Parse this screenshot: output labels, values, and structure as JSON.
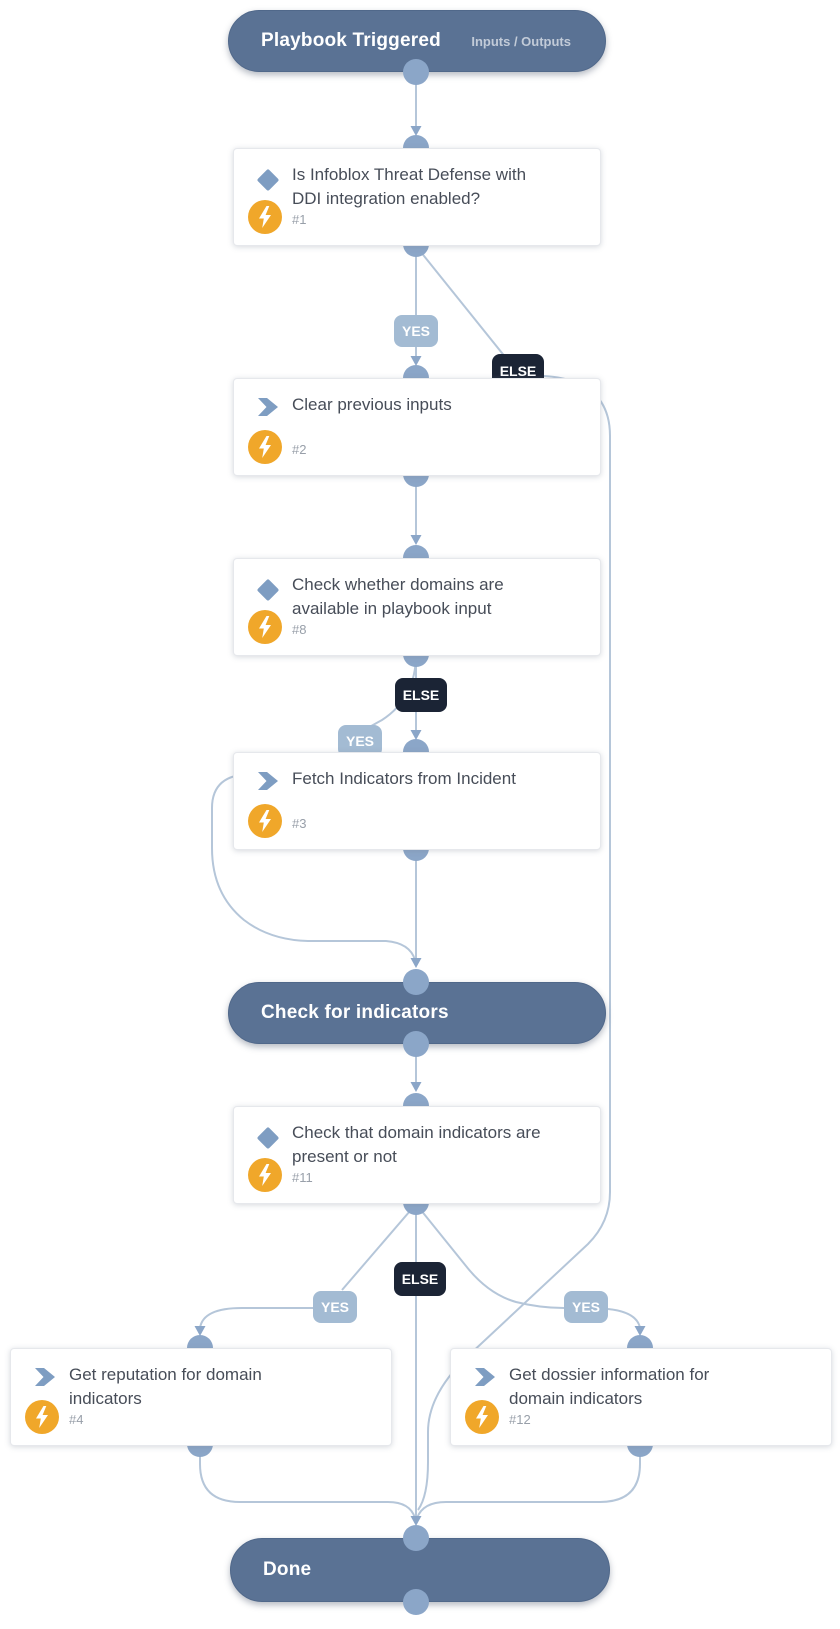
{
  "playbook": {
    "start": {
      "title": "Playbook Triggered",
      "link": "Inputs / Outputs"
    },
    "labels": {
      "yes": "YES",
      "else": "ELSE"
    },
    "nodes": [
      {
        "id": "#1",
        "kind": "condition",
        "title": "Is Infoblox Threat Defense with DDI integration enabled?"
      },
      {
        "id": "#2",
        "kind": "task",
        "title": "Clear previous inputs"
      },
      {
        "id": "#8",
        "kind": "condition",
        "title": "Check whether domains are available in playbook input"
      },
      {
        "id": "#3",
        "kind": "task",
        "title": "Fetch Indicators from Incident"
      },
      {
        "id": "#11",
        "kind": "condition",
        "title": "Check that domain indicators are present or not"
      },
      {
        "id": "#4",
        "kind": "task",
        "title": "Get reputation for domain indicators"
      },
      {
        "id": "#12",
        "kind": "task",
        "title": "Get dossier information for domain indicators"
      }
    ],
    "section": {
      "title": "Check for indicators"
    },
    "end": {
      "title": "Done"
    },
    "colors": {
      "pill_bg": "#5a7294",
      "line": "#b5c6d9",
      "port": "#8ba6c8",
      "yes_bg": "#a3bbd3",
      "else_bg": "#1b2435",
      "bolt_bg": "#f0a72a",
      "icon_blue": "#7e9dc2"
    }
  }
}
